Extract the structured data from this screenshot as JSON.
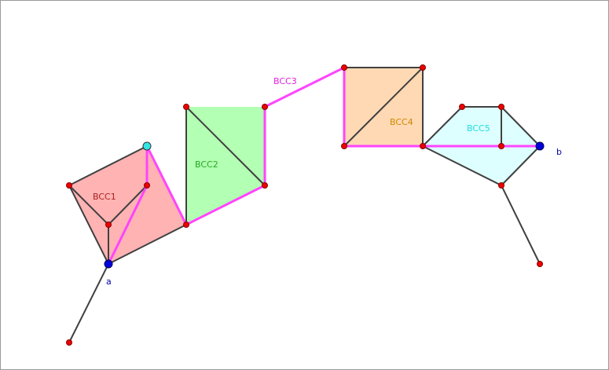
{
  "diagram": {
    "colors": {
      "edge": "#404040",
      "highlight_edge": "#ff44ff",
      "vertex_fill": "#ee0000",
      "vertex_stroke": "#880000",
      "endpoint_fill": "#0000dd",
      "special_vertex_fill": "#33e6e6",
      "vertex_label": "#0000aa"
    },
    "components": [
      {
        "name": "BCC1",
        "fill": "#ffb3b3",
        "label_color": "#aa2222"
      },
      {
        "name": "BCC2",
        "fill": "#b3ffb3",
        "label_color": "#22aa22"
      },
      {
        "name": "BCC3",
        "fill": "none",
        "label_color": "#dd22dd"
      },
      {
        "name": "BCC4",
        "fill": "#ffd9b3",
        "label_color": "#cc8800"
      },
      {
        "name": "BCC5",
        "fill": "#ddffff",
        "label_color": "#22dddd"
      }
    ],
    "endpoints": [
      {
        "label": "a"
      },
      {
        "label": "b"
      }
    ]
  }
}
